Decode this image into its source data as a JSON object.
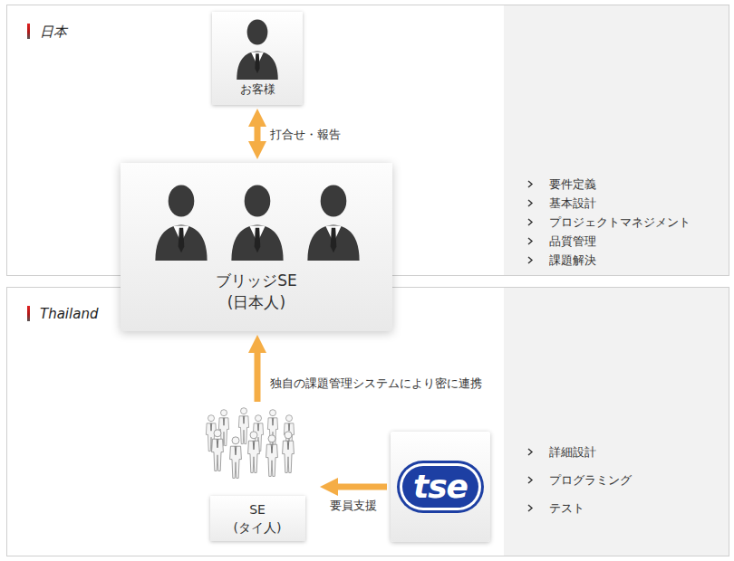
{
  "diagram": {
    "nodes": [
      {
        "text": [
          "日本"
        ]
      },
      {
        "text": [
          "お客様"
        ],
        "in": 0
      },
      {
        "text": [
          "ブリッジSE (日本人)"
        ]
      },
      {
        "text": [
          "要件定義",
          "基本設計",
          "プロジェクトマネジメント",
          "品質管理",
          "課題解決"
        ],
        "in": 0
      },
      {
        "text": [
          "Thailand"
        ]
      },
      {
        "text": [
          "SE (タイ人)"
        ],
        "in": 4
      },
      {
        "text": [
          "tse"
        ],
        "in": 4
      },
      {
        "text": [
          "詳細設計",
          "プログラミング",
          "テスト"
        ],
        "in": 4
      }
    ],
    "edges": [
      {
        "from": 1,
        "to": 2,
        "arrow": "both",
        "label": "打合せ・報告"
      },
      {
        "from": 5,
        "to": 2,
        "arrow": "to",
        "label": "独自の課題管理システムにより密に連携"
      },
      {
        "from": 6,
        "to": 5,
        "arrow": "to",
        "label": "要員支援"
      }
    ]
  }
}
